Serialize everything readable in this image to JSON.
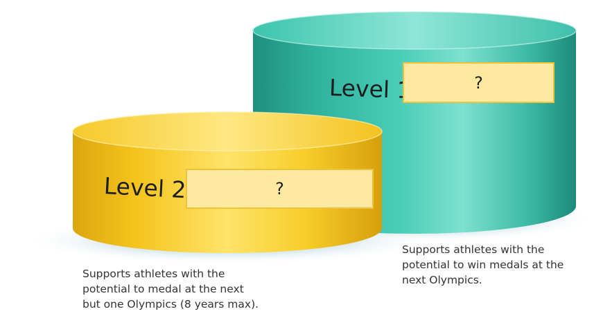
{
  "levels": [
    {
      "label": "Level 1:",
      "answer": "?",
      "description_lines": [
        "Supports athletes with the",
        "potential to win medals at the",
        "next Olympics."
      ],
      "color": "#35c0ac"
    },
    {
      "label": "Level 2:",
      "answer": "?",
      "description_lines": [
        "Supports athletes with the",
        "potential to medal at the next",
        "but one Olympics (8 years max)."
      ],
      "color": "#f7c924"
    }
  ],
  "answer_box_fill": "#fdeaa0",
  "answer_box_border": "#f0c239"
}
